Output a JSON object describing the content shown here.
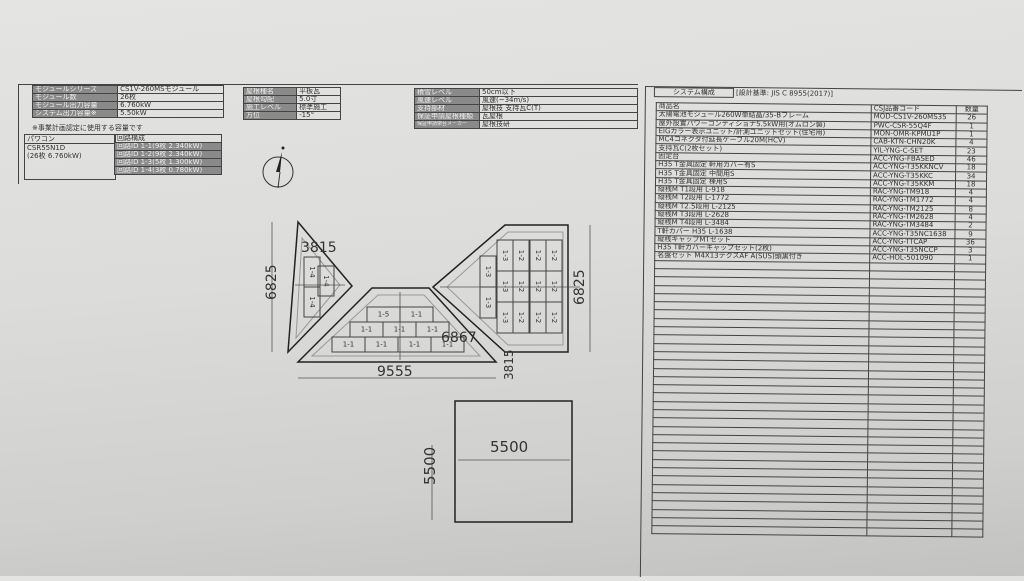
{
  "module_info": {
    "rows": [
      {
        "label": "モジュールシリーズ",
        "value": "CS1V-260MSモジュール"
      },
      {
        "label": "モジュール数",
        "value": "26枚"
      },
      {
        "label": "モジュール出力容量",
        "value": "6.760kW"
      },
      {
        "label": "システム出力容量※",
        "value": "5.50kW"
      }
    ],
    "note": "※事業計画認定に使用する容量です"
  },
  "pcs": {
    "header": "パワコン",
    "circuit_header": "回路構成",
    "model": "CSR55N1D",
    "model_detail": "(26枚 6.760kW)",
    "circuits": [
      "回路ID 1-1(9枚 2.340kW)",
      "回路ID 1-2(9枚 2.340kW)",
      "回路ID 1-3(5枚 1.300kW)",
      "回路ID 1-4(3枚 0.780kW)"
    ]
  },
  "roof_info": {
    "rows": [
      {
        "label": "屋根種名",
        "value": "平板瓦"
      },
      {
        "label": "屋根勾配",
        "value": "5.0寸"
      },
      {
        "label": "施工レベル",
        "value": "標準施工"
      },
      {
        "label": "方位",
        "value": "-15°"
      }
    ]
  },
  "site_info": {
    "rows": [
      {
        "label": "積雪レベル",
        "value": "50cm以下"
      },
      {
        "label": "風速レベル",
        "value": "風速(~34m/s)"
      },
      {
        "label": "支持部材",
        "value": "屋根技 支持瓦C(T)"
      },
      {
        "label": "保証申請屋根種類",
        "value": "瓦屋根"
      },
      {
        "label": "保証申請架台メーカー",
        "value": "屋根技研"
      }
    ]
  },
  "system": {
    "title": "システム構成",
    "standard": "[設計基準: JIS C 8955(2017)]",
    "headers": {
      "name": "商品名",
      "code": "CSJ品番コード",
      "qty": "数量"
    },
    "items": [
      {
        "name": "太陽電池モジュール260W単結晶/35-Bフレーム",
        "code": "MOD-CS1V-260MS35",
        "qty": "26"
      },
      {
        "name": "屋外設置パワーコンディショナ5.5kW用(オムロン製)",
        "code": "PWC-CSR-55Q4F",
        "qty": "1"
      },
      {
        "name": "EIGカラー表示ユニット/計測ユニットセット(住宅用)",
        "code": "MON-OMR-KPMU1P",
        "qty": "1"
      },
      {
        "name": "MC4コネクタ付延長ケーブル20M(HCV)",
        "code": "CAB-KTN-CHN20K",
        "qty": "4"
      },
      {
        "name": "支持瓦C(2枚セット)",
        "code": "YIL-YNG-C-SET",
        "qty": "23"
      },
      {
        "name": "固定台",
        "code": "ACC-YNG-FBASED",
        "qty": "46"
      },
      {
        "name": "H35 T金具固定 軒用カバー有S",
        "code": "ACC-YNG-T35KKNCV",
        "qty": "18"
      },
      {
        "name": "H35 T金具固定 中間用S",
        "code": "ACC-YNG-T35KKC",
        "qty": "34"
      },
      {
        "name": "H35 T金具固定 棟用S",
        "code": "ACC-YNG-T35KKM",
        "qty": "18"
      },
      {
        "name": "縦桟M T1段用 L-918",
        "code": "RAC-YNG-TM918",
        "qty": "4"
      },
      {
        "name": "縦桟M T2段用 L-1772",
        "code": "RAC-YNG-TM1772",
        "qty": "4"
      },
      {
        "name": "縦桟M T2.5段用 L-2125",
        "code": "RAC-YNG-TM2125",
        "qty": "8"
      },
      {
        "name": "縦桟M T3段用 L-2628",
        "code": "RAC-YNG-TM2628",
        "qty": "4"
      },
      {
        "name": "縦桟M T4段用 L-3484",
        "code": "RAC-YNG-TM3484",
        "qty": "2"
      },
      {
        "name": "T軒カバー H35 L-1638",
        "code": "ACC-YNG-T35NC1638",
        "qty": "9"
      },
      {
        "name": "縦桟キャップMTセット",
        "code": "ACC-YNG-TTCAP",
        "qty": "36"
      },
      {
        "name": "H35 T軒カバーキャップセット(2枚)",
        "code": "ACC-YNG-T35NCCP",
        "qty": "3"
      },
      {
        "name": "名盤セット M4X13テクスAF A(SUS)頭黒付き",
        "code": "ACC-HOL-501090",
        "qty": "1"
      }
    ],
    "empty_rows": 33
  },
  "drawing": {
    "left_height": "6825",
    "left_width": "3815",
    "right_height": "6825",
    "right_width": "6867",
    "center_width": "9555",
    "center_height": "3815",
    "left_panels": [
      "1-4",
      "1-4",
      "1-4"
    ],
    "center_panels": [
      "1-5",
      "1-1",
      "1-1",
      "1-1",
      "1-1",
      "1-1",
      "1-1",
      "1-1",
      "1-1"
    ],
    "right_panels": [
      "1-3",
      "1-3",
      "1-2",
      "1-2",
      "1-2",
      "1-3",
      "1-3",
      "1-2",
      "1-2",
      "1-2",
      "1-3",
      "1-2",
      "1-2",
      "1-2"
    ],
    "square_width": "5500",
    "square_height": "5500"
  }
}
